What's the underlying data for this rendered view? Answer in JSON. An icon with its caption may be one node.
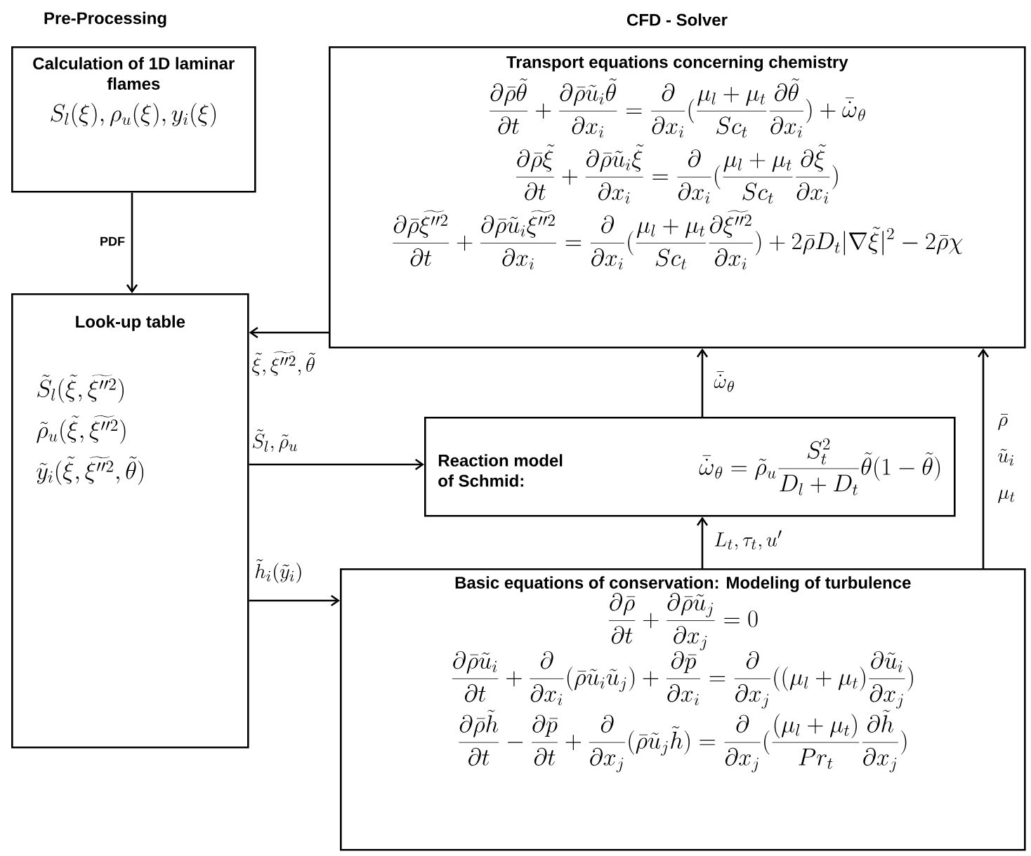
{
  "diagram": {
    "nodes": [
      {
        "text": [
          "Calculation of 1D laminar flames",
          "S_l(\\xi),\\rho_u(\\xi),y_i(\\xi)"
        ]
      },
      {
        "text": [
          "Look-up table",
          "\\tilde{S}_l(\\tilde{\\xi},\\widetilde{\\xi''^{2}})",
          "\\tilde{\\rho}_u(\\tilde{\\xi},\\widetilde{\\xi''^{2}})",
          "\\tilde{y}_i(\\tilde{\\xi},\\widetilde{\\xi''^{2}},\\tilde{\\theta})"
        ]
      },
      {
        "text": [
          "Transport equations concerning chemistry",
          "\\frac{\\partial\\bar{\\rho}\\tilde{\\theta}}{\\partial t}+\\frac{\\partial\\bar{\\rho}\\tilde{u}_i\\tilde{\\theta}}{\\partial x_i}=\\frac{\\partial}{\\partial x_i}(\\frac{\\mu_l+\\mu_t}{Sc_t}\\frac{\\partial\\tilde{\\theta}}{\\partial x_i})+\\bar{\\dot{\\omega}}_\\theta",
          "\\frac{\\partial\\bar{\\rho}\\tilde{\\xi}}{\\partial t}+\\frac{\\partial\\bar{\\rho}\\tilde{u}_i\\tilde{\\xi}}{\\partial x_i}=\\frac{\\partial}{\\partial x_i}(\\frac{\\mu_l+\\mu_t}{Sc_t}\\frac{\\partial\\tilde{\\xi}}{\\partial x_i})",
          "\\frac{\\partial\\bar{\\rho}\\widetilde{\\xi''^{2}}}{\\partial t}+\\frac{\\partial\\bar{\\rho}\\tilde{u}_i\\widetilde{\\xi''^{2}}}{\\partial x_i}=\\frac{\\partial}{\\partial x_i}(\\frac{\\mu_l+\\mu_t}{Sc_t}\\frac{\\partial\\widetilde{\\xi''^{2}}}{\\partial x_i})+2\\bar{\\rho}D_t|\\nabla\\tilde{\\xi}|^2-2\\bar{\\rho}\\chi"
        ]
      },
      {
        "text": [
          "Reaction model of Schmid:",
          "\\bar{\\dot{\\omega}}_\\theta=\\tilde{\\rho}_u\\frac{S_t^2}{D_l+D_t}\\tilde{\\theta}(1-\\tilde{\\theta})"
        ]
      },
      {
        "text": [
          "Basic equations of conservation: Modeling of turbulence",
          "\\frac{\\partial\\bar{\\rho}}{\\partial t}+\\frac{\\partial\\bar{\\rho}\\tilde{u}_j}{\\partial x_j}=0",
          "\\frac{\\partial\\bar{\\rho}\\tilde{u}_i}{\\partial t}+\\frac{\\partial}{\\partial x_i}(\\bar{\\rho}\\tilde{u}_i\\tilde{u}_j)+\\frac{\\partial\\bar{p}}{\\partial x_i}=\\frac{\\partial}{\\partial x_j}((\\mu_l+\\mu_t)\\frac{\\partial\\tilde{u}_i}{\\partial x_j})",
          "\\frac{\\partial\\bar{\\rho}\\tilde{h}}{\\partial t}-\\frac{\\partial\\bar{p}}{\\partial t}+\\frac{\\partial}{\\partial x_j}(\\bar{\\rho}\\tilde{u}_j\\tilde{h})=\\frac{\\partial}{\\partial x_j}(\\frac{(\\mu_l+\\mu_t)}{Pr_t}\\frac{\\partial\\tilde{h}}{\\partial x_j})"
        ]
      }
    ],
    "edges": [
      {
        "from": 0,
        "to": 1,
        "arrow": "to",
        "label": "PDF"
      },
      {
        "from": 2,
        "to": 1,
        "arrow": "to",
        "label": "\\tilde{\\xi},\\widetilde{\\xi''^{2}},\\tilde{\\theta}"
      },
      {
        "from": 1,
        "to": 3,
        "arrow": "to",
        "label": "\\tilde{S}_l,\\tilde{\\rho}_u"
      },
      {
        "from": 1,
        "to": 4,
        "arrow": "to",
        "label": "\\tilde{h}_i(\\tilde{y}_i)"
      },
      {
        "from": 3,
        "to": 2,
        "arrow": "to",
        "label": "\\bar{\\dot{\\omega}}_\\theta"
      },
      {
        "from": 4,
        "to": 3,
        "arrow": "to",
        "label": "L_t,\\tau_t,u'"
      },
      {
        "from": 4,
        "to": 2,
        "arrow": "to",
        "label": "\\begin{array}{l}\\bar{\\rho}\\\\[4pt]\\tilde{u}_i\\\\[4pt]\\mu_t\\end{array}"
      }
    ],
    "labels": [
      "Pre-Processing",
      "CFD - Solver"
    ]
  }
}
